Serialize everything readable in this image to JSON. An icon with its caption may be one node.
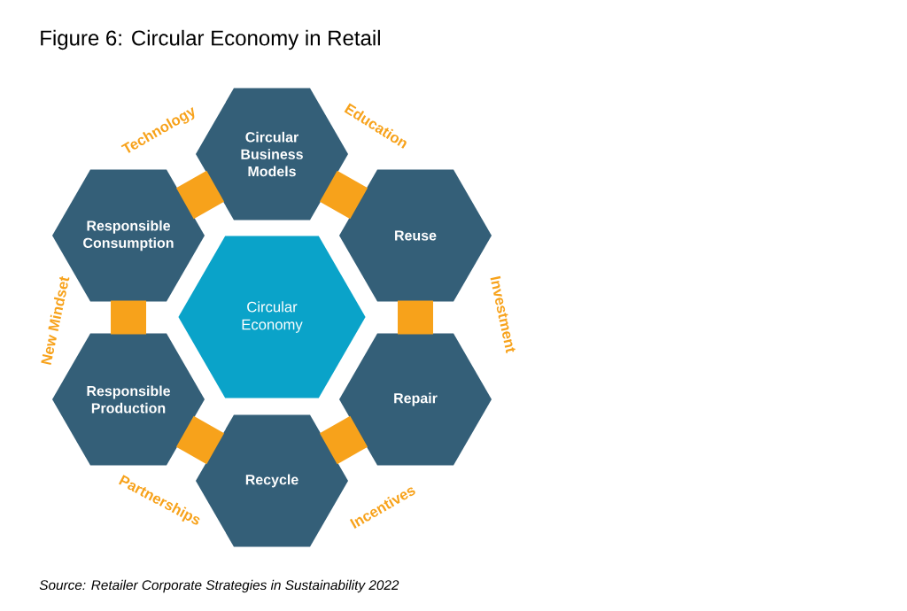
{
  "diagram": {
    "title": "Figure 6: Circular Economy in Retail",
    "caption": "Source: Retailer Corporate Strategies in Sustainability 2022",
    "nodes": [
      {
        "text": [
          "Circular Economy"
        ]
      },
      {
        "text": [
          "Circular Business Models"
        ]
      },
      {
        "text": [
          "Reuse"
        ]
      },
      {
        "text": [
          "Repair"
        ]
      },
      {
        "text": [
          "Recycle"
        ]
      },
      {
        "text": [
          "Responsible Production"
        ]
      },
      {
        "text": [
          "Responsible Consumption"
        ]
      }
    ],
    "edges": [
      {
        "from": 1,
        "to": 2,
        "arrow": "none"
      },
      {
        "from": 2,
        "to": 3,
        "arrow": "none"
      },
      {
        "from": 3,
        "to": 4,
        "arrow": "none"
      },
      {
        "from": 4,
        "to": 5,
        "arrow": "none"
      },
      {
        "from": 5,
        "to": 6,
        "arrow": "none"
      },
      {
        "from": 6,
        "to": 1,
        "arrow": "none"
      }
    ],
    "labels": [
      "Education",
      "Investment",
      "Incentives",
      "Partnerships",
      "New Mindset",
      "Technology"
    ]
  }
}
